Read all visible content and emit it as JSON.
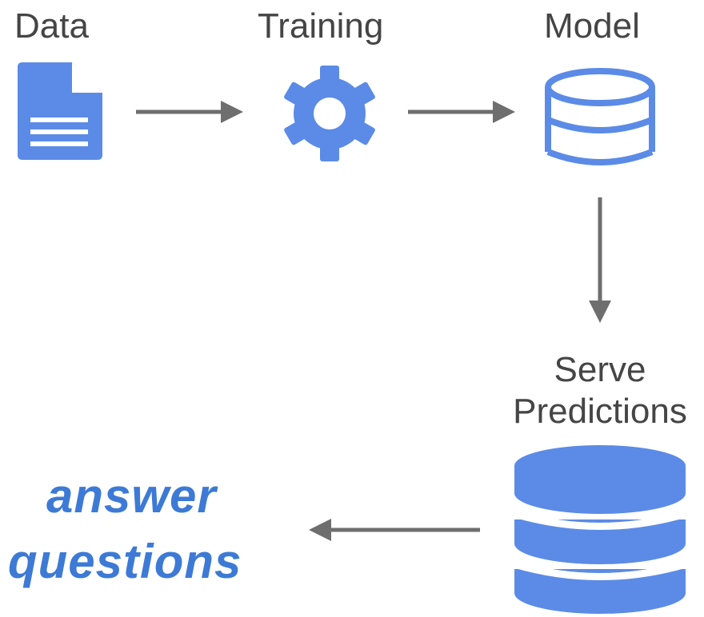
{
  "diagram": {
    "nodes": {
      "data": {
        "label": "Data",
        "icon": "document-icon"
      },
      "training": {
        "label": "Training",
        "icon": "gear-icon"
      },
      "model": {
        "label": "Model",
        "icon": "database-outline-icon"
      },
      "serve": {
        "label_line1": "Serve",
        "label_line2": "Predictions",
        "icon": "database-filled-icon"
      }
    },
    "outcome": {
      "line1": "answer",
      "line2": "questions"
    },
    "colors": {
      "icon_blue": "#5b8be6",
      "arrow_gray": "#6e6e6e",
      "label_gray": "#454545",
      "outcome_blue": "#3d7ad6"
    }
  }
}
